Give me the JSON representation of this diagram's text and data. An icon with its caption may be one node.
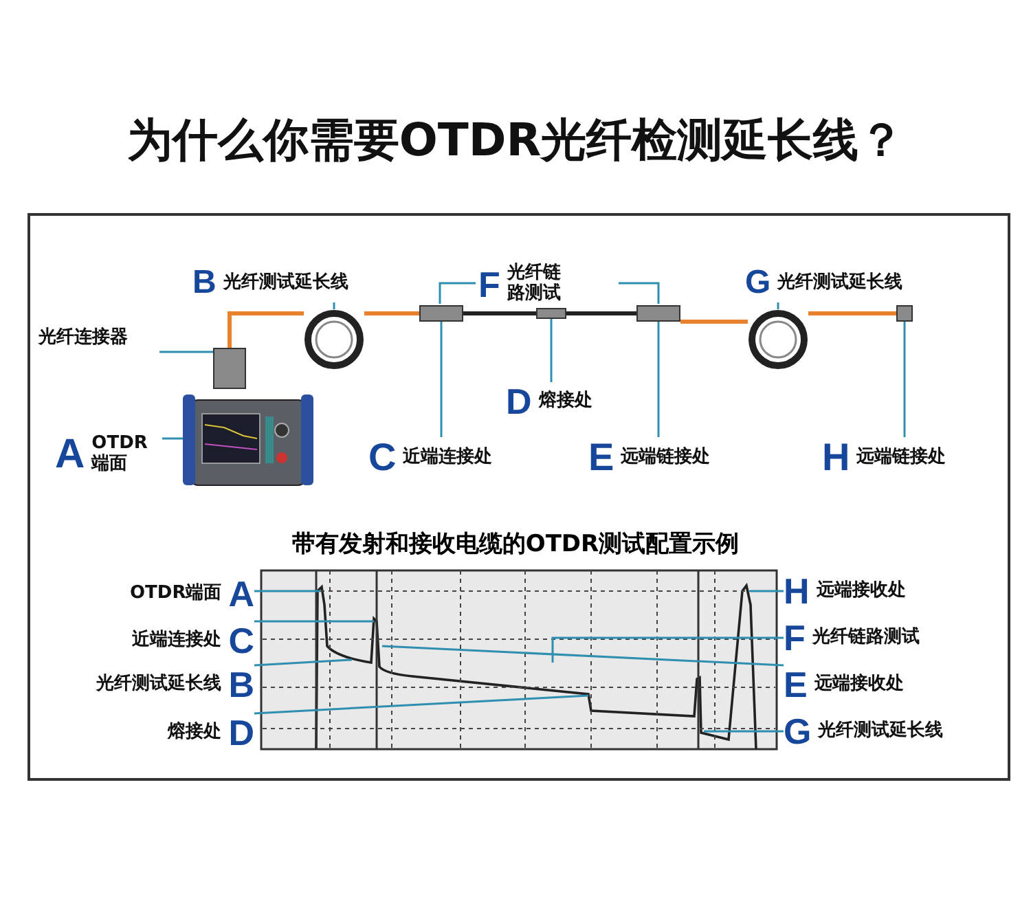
{
  "diagram": {
    "title": "为什么你需要OTDR光纤检测延长线？",
    "nodes": [
      {
        "text": [
          "光纤连接器"
        ]
      },
      {
        "text": [],
        "shape": "box"
      },
      {
        "text": [
          "B",
          "光纤测试延长线"
        ]
      },
      {
        "text": [],
        "shape": "circle"
      },
      {
        "text": [
          "F",
          "光纤链路测试"
        ]
      },
      {
        "text": [],
        "shape": "box"
      },
      {
        "text": [],
        "shape": "box"
      },
      {
        "text": [],
        "shape": "box"
      },
      {
        "text": [
          "G",
          "光纤测试延长线"
        ]
      },
      {
        "text": [],
        "shape": "circle"
      },
      {
        "text": [],
        "shape": "box"
      },
      {
        "text": [
          "A",
          "OTDR端面"
        ]
      },
      {
        "text": [],
        "shape": "picture"
      },
      {
        "text": [
          "C",
          "近端连接处"
        ]
      },
      {
        "text": [
          "D",
          "熔接处"
        ]
      },
      {
        "text": [
          "E",
          "远端链接处"
        ]
      },
      {
        "text": [
          "H",
          "远端链接处"
        ]
      },
      {
        "text": [
          "OTDR端面",
          "A"
        ]
      },
      {
        "text": [
          "近端连接处",
          "C"
        ]
      },
      {
        "text": [
          "光纤测试延长线",
          "B"
        ]
      },
      {
        "text": [
          "熔接处",
          "D"
        ]
      },
      {
        "text": [
          "H",
          "远端接收处"
        ]
      },
      {
        "text": [
          "F",
          "光纤链路测试"
        ]
      },
      {
        "text": [
          "E",
          "远端接收处"
        ]
      },
      {
        "text": [
          "G",
          "光纤测试延长线"
        ]
      }
    ],
    "edges": [
      {
        "from": 0,
        "to": 1,
        "arrow": "none"
      },
      {
        "from": 2,
        "to": 3,
        "arrow": "none"
      },
      {
        "from": 8,
        "to": 9,
        "arrow": "none"
      },
      {
        "from": 11,
        "to": 12,
        "arrow": "none"
      },
      {
        "from": 13,
        "to": 5,
        "arrow": "none"
      },
      {
        "from": 14,
        "to": 6,
        "arrow": "none"
      },
      {
        "from": 15,
        "to": 7,
        "arrow": "none"
      },
      {
        "from": 16,
        "to": 10,
        "arrow": "none"
      },
      {
        "from": 1,
        "to": 3,
        "arrow": "none",
        "style": "thick",
        "color": "#e8822e"
      },
      {
        "from": 3,
        "to": 5,
        "arrow": "none",
        "style": "thick",
        "color": "#e8822e"
      },
      {
        "from": 5,
        "to": 6,
        "arrow": "none",
        "style": "thick",
        "color": "#222222"
      },
      {
        "from": 6,
        "to": 7,
        "arrow": "none",
        "style": "thick",
        "color": "#222222"
      },
      {
        "from": 7,
        "to": 9,
        "arrow": "none",
        "style": "thick",
        "color": "#e8822e"
      },
      {
        "from": 9,
        "to": 10,
        "arrow": "none",
        "style": "thick",
        "color": "#e8822e"
      },
      {
        "from": 17,
        "to": null,
        "arrow": "none"
      },
      {
        "from": 18,
        "to": null,
        "arrow": "none"
      },
      {
        "from": 19,
        "to": null,
        "arrow": "none"
      },
      {
        "from": 20,
        "to": null,
        "arrow": "none"
      },
      {
        "from": 21,
        "to": null,
        "arrow": "none"
      },
      {
        "from": 22,
        "to": null,
        "arrow": "none"
      },
      {
        "from": 23,
        "to": null,
        "arrow": "none"
      },
      {
        "from": 24,
        "to": null,
        "arrow": "none"
      }
    ],
    "labels": [
      "带有发射和接收电缆的OTDR测试配置示例"
    ]
  }
}
